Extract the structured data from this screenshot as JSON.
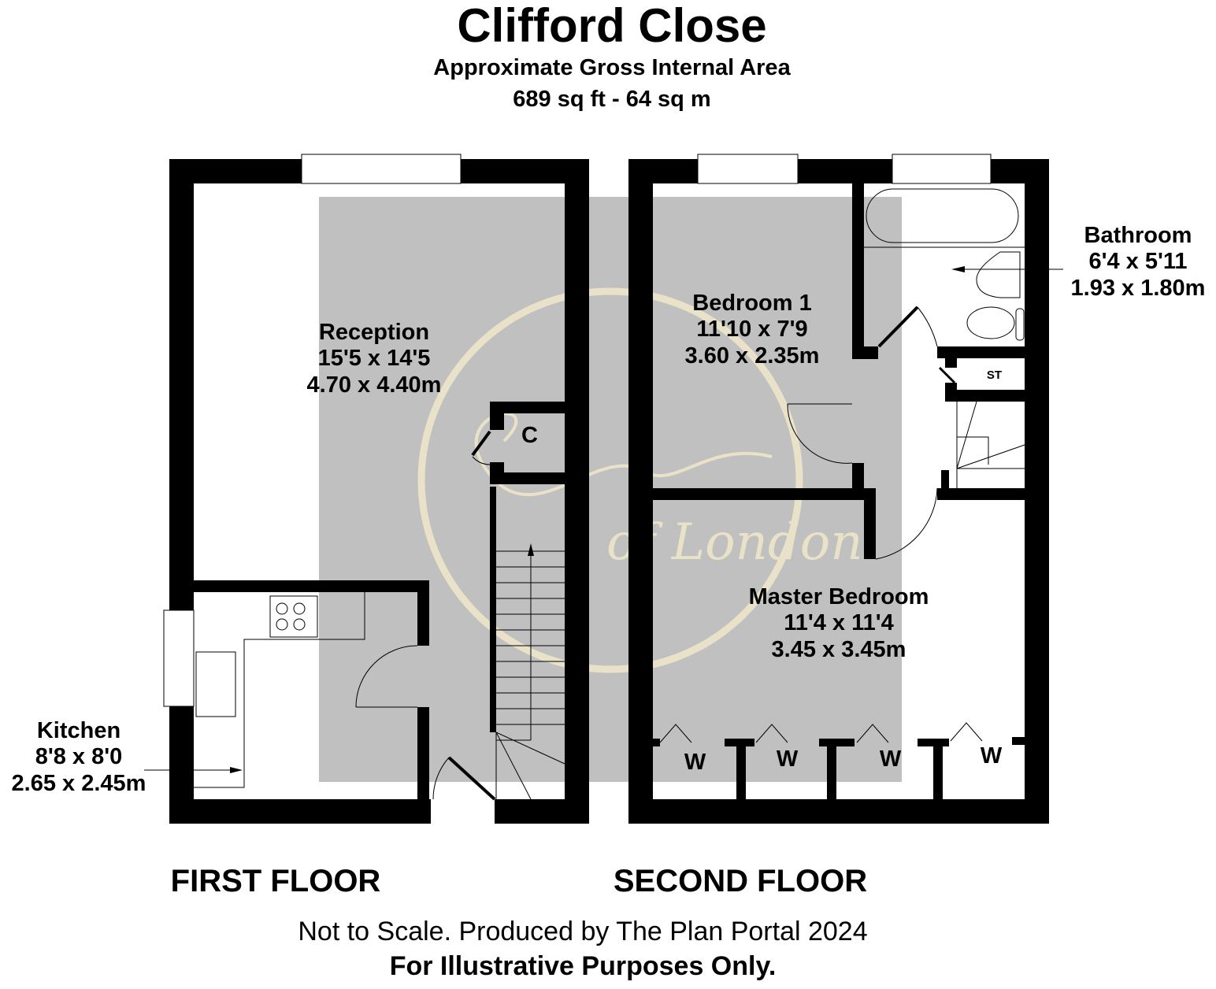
{
  "header": {
    "title": "Clifford Close",
    "subtitle": "Approximate Gross Internal Area",
    "area": "689 sq ft - 64 sq m"
  },
  "watermark": {
    "text": "Shaws of London",
    "color": "#e9e2c8"
  },
  "colors": {
    "wall": "#000000",
    "floor_shade": "#c0c0c0"
  },
  "rooms": {
    "reception": {
      "name": "Reception",
      "imperial": "15'5 x 14'5",
      "metric": "4.70 x 4.40m"
    },
    "kitchen": {
      "name": "Kitchen",
      "imperial": "8'8 x 8'0",
      "metric": "2.65 x 2.45m"
    },
    "cupboard": {
      "name": "C"
    },
    "bedroom1": {
      "name": "Bedroom 1",
      "imperial": "11'10 x 7'9",
      "metric": "3.60 x 2.35m"
    },
    "bathroom": {
      "name": "Bathroom",
      "imperial": "6'4 x 5'11",
      "metric": "1.93 x 1.80m"
    },
    "storage": {
      "name": "ST"
    },
    "master": {
      "name": "Master Bedroom",
      "imperial": "11'4 x 11'4",
      "metric": "3.45 x 3.45m"
    },
    "wardrobes": [
      "W",
      "W",
      "W",
      "W"
    ]
  },
  "floors": {
    "first": "FIRST FLOOR",
    "second": "SECOND FLOOR"
  },
  "footer": {
    "line1": "Not to Scale. Produced by The Plan Portal 2024",
    "line2": "For Illustrative Purposes Only."
  }
}
